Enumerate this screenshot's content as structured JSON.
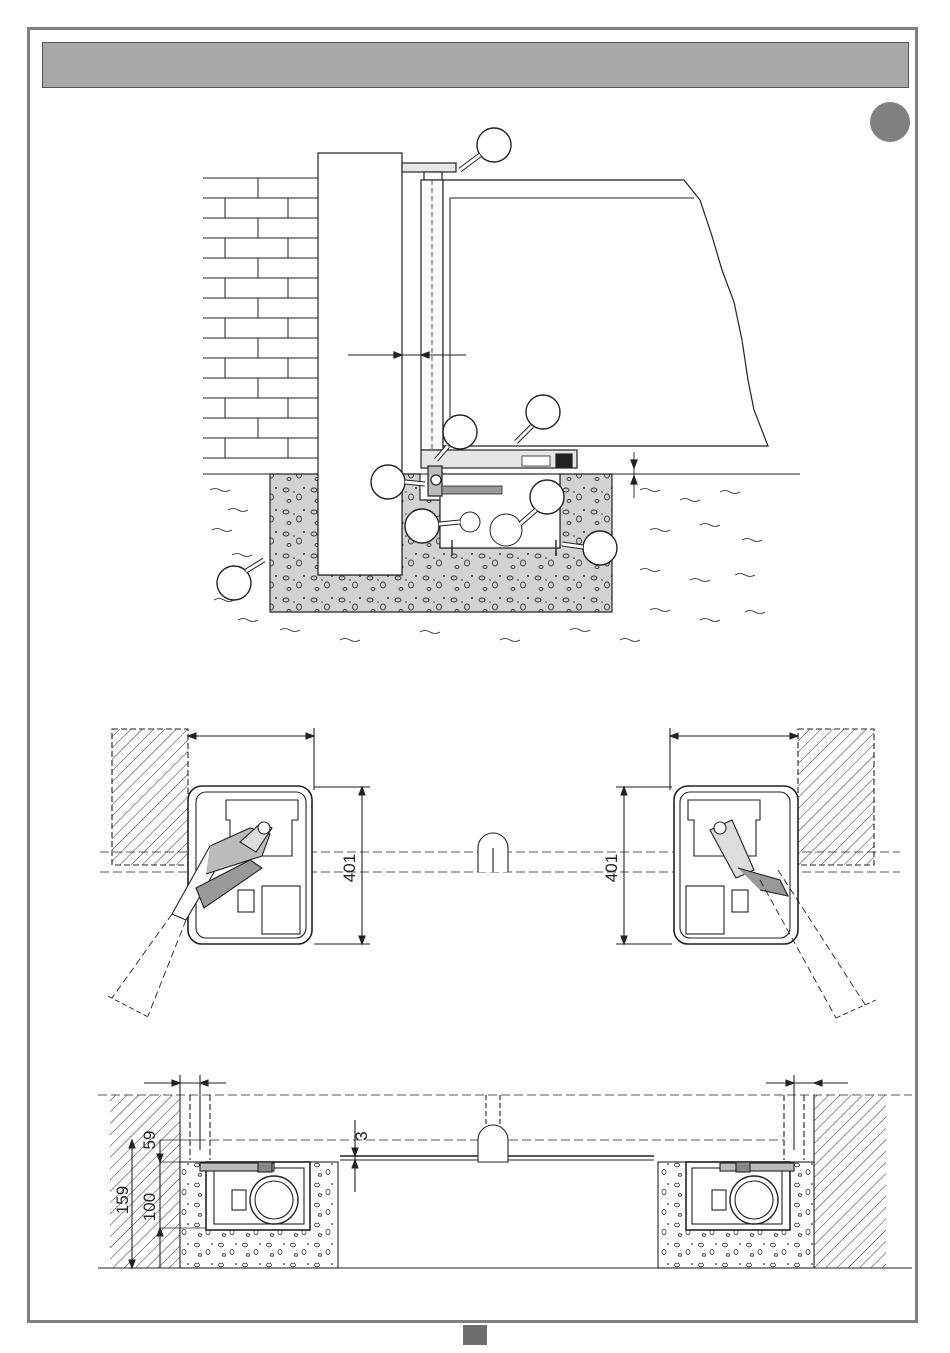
{
  "page": {
    "header_text": "",
    "step_label": "",
    "page_number": ""
  },
  "colors": {
    "header_bar": "#a8a8a8",
    "frame": "#808080",
    "concrete": "#cfcfcf",
    "line": "#222222"
  },
  "section_view": {
    "callouts": [
      {
        "id": "callout-1",
        "label": ""
      },
      {
        "id": "callout-2",
        "label": ""
      },
      {
        "id": "callout-3",
        "label": ""
      },
      {
        "id": "callout-4",
        "label": ""
      },
      {
        "id": "callout-5",
        "label": ""
      },
      {
        "id": "callout-6",
        "label": ""
      },
      {
        "id": "callout-7",
        "label": ""
      },
      {
        "id": "callout-8",
        "label": ""
      }
    ]
  },
  "plan_view": {
    "left_dimension": "401",
    "right_dimension": "401"
  },
  "elevation_view": {
    "dim_gap": "3",
    "dim_top": "59",
    "dim_total": "159",
    "dim_box": "100"
  }
}
